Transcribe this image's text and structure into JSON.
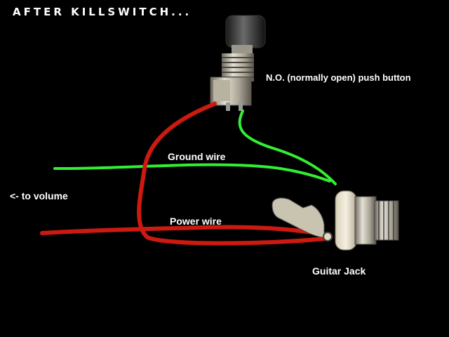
{
  "title": "AFTER KILLSWITCH...",
  "labels": {
    "push_button": "N.O. (normally open) push button",
    "ground_wire": "Ground wire",
    "to_volume": "<- to volume",
    "power_wire": "Power wire",
    "guitar_jack": "Guitar Jack"
  },
  "colors": {
    "background": "#000000",
    "ground_wire": "#33ee33",
    "power_wire": "#cc1a10",
    "text": "#ffffff"
  }
}
